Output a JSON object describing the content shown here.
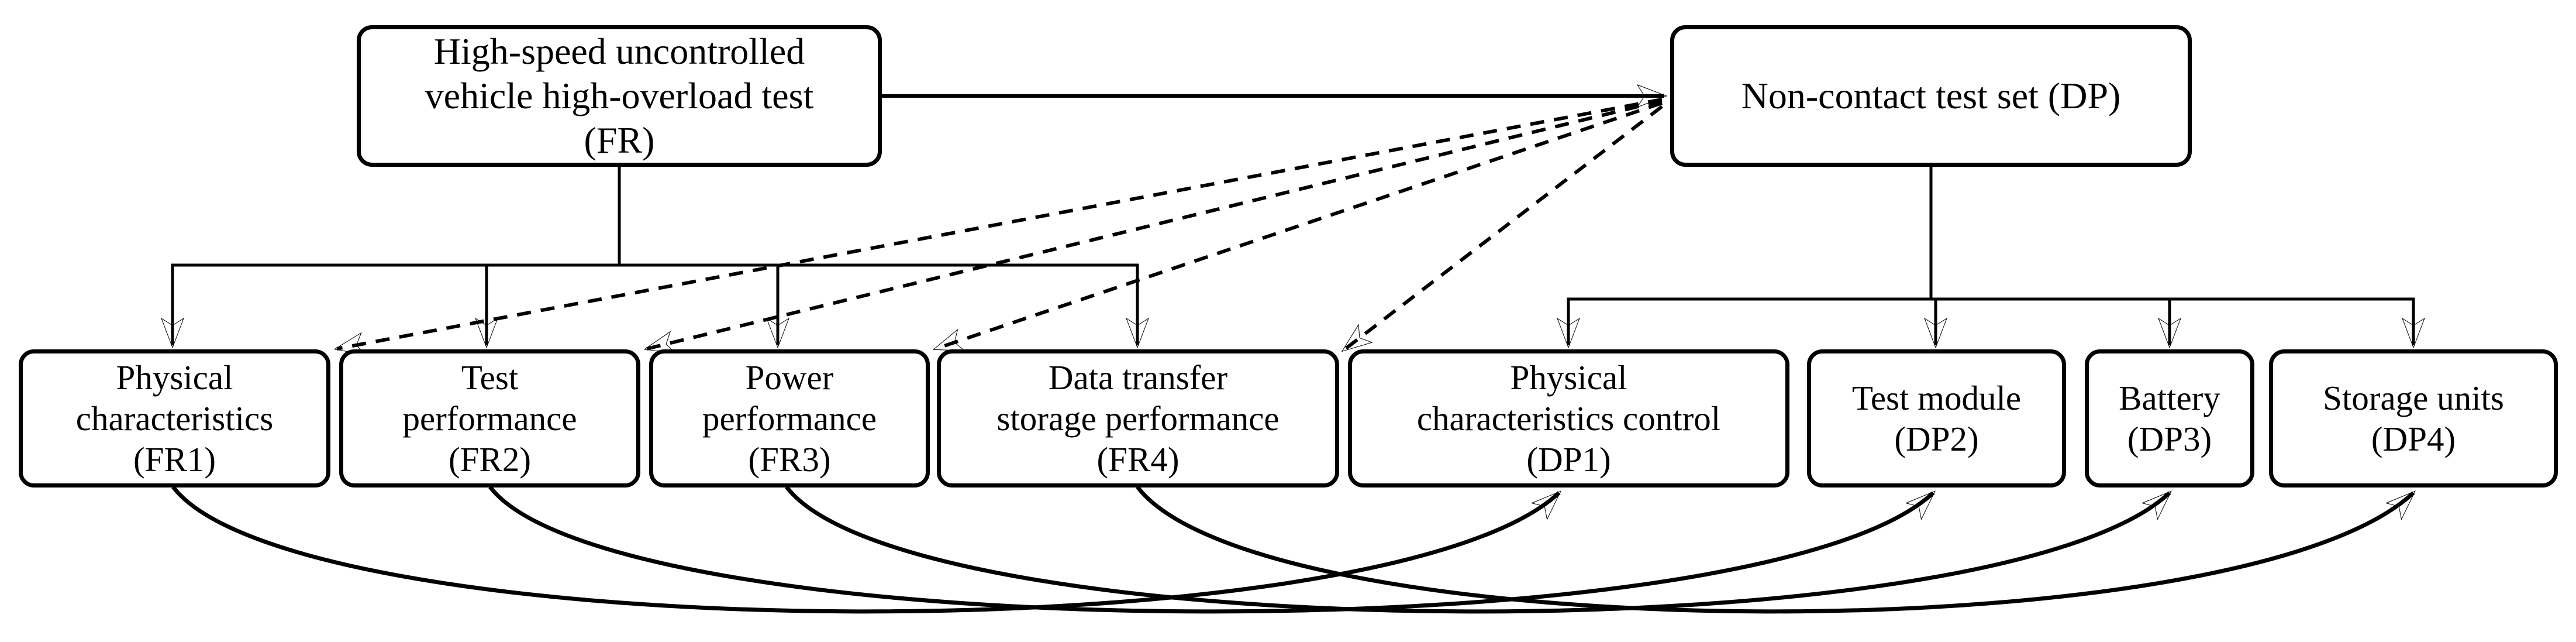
{
  "figure": {
    "description": "Axiomatic design mapping between functional requirements (FR) and design parameters (DP)",
    "colors": {
      "ink": "#000000",
      "background": "#ffffff"
    }
  },
  "nodes": {
    "fr": {
      "id": "FR",
      "lines": [
        "High-speed uncontrolled",
        "vehicle high-overload test",
        "(FR)"
      ]
    },
    "dp": {
      "id": "DP",
      "lines": [
        "Non-contact test set (DP)"
      ]
    },
    "fr1": {
      "id": "FR1",
      "lines": [
        "Physical",
        "characteristics",
        "(FR1)"
      ]
    },
    "fr2": {
      "id": "FR2",
      "lines": [
        "Test",
        "performance",
        "(FR2)"
      ]
    },
    "fr3": {
      "id": "FR3",
      "lines": [
        "Power",
        "performance",
        "(FR3)"
      ]
    },
    "fr4": {
      "id": "FR4",
      "lines": [
        "Data transfer",
        "storage performance",
        "(FR4)"
      ]
    },
    "dp1": {
      "id": "DP1",
      "lines": [
        "Physical",
        "characteristics control",
        "(DP1)"
      ]
    },
    "dp2": {
      "id": "DP2",
      "lines": [
        "Test module",
        "(DP2)"
      ]
    },
    "dp3": {
      "id": "DP3",
      "lines": [
        "Battery",
        "(DP3)"
      ]
    },
    "dp4": {
      "id": "DP4",
      "lines": [
        "Storage units",
        "(DP4)"
      ]
    }
  },
  "edges": {
    "solid": [
      {
        "from": "FR",
        "to": "DP"
      },
      {
        "from": "FR",
        "to": "FR1"
      },
      {
        "from": "FR",
        "to": "FR2"
      },
      {
        "from": "FR",
        "to": "FR3"
      },
      {
        "from": "FR",
        "to": "FR4"
      },
      {
        "from": "DP",
        "to": "DP1"
      },
      {
        "from": "DP",
        "to": "DP2"
      },
      {
        "from": "DP",
        "to": "DP3"
      },
      {
        "from": "DP",
        "to": "DP4"
      }
    ],
    "dashed": [
      {
        "from": "DP",
        "to": "FR1"
      },
      {
        "from": "DP",
        "to": "FR2"
      },
      {
        "from": "DP",
        "to": "FR3"
      },
      {
        "from": "DP",
        "to": "FR4"
      }
    ],
    "curved": [
      {
        "from": "FR1",
        "to": "DP1"
      },
      {
        "from": "FR2",
        "to": "DP2"
      },
      {
        "from": "FR3",
        "to": "DP3"
      },
      {
        "from": "FR4",
        "to": "DP4"
      }
    ]
  }
}
